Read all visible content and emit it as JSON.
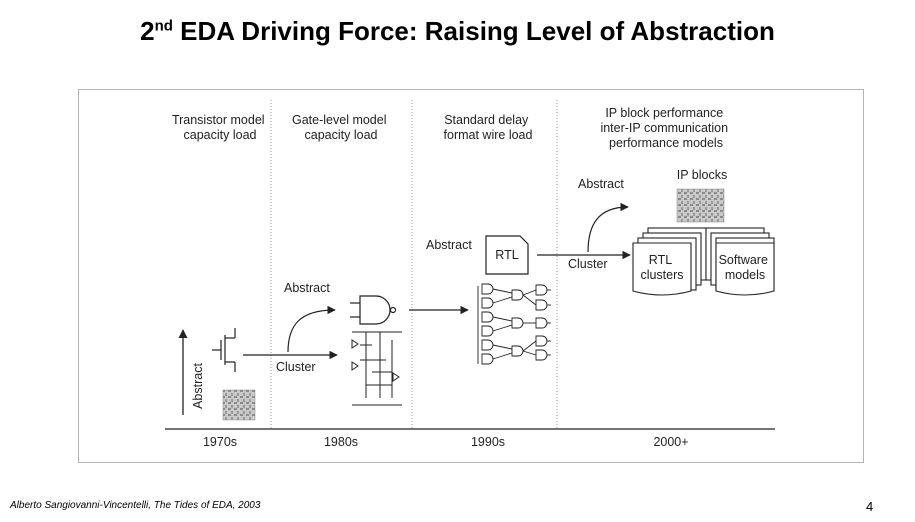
{
  "slide": {
    "title_ordinal": "2",
    "title_superscript": "nd",
    "title_rest": " EDA Driving Force: Raising Level of Abstraction",
    "citation": "Alberto Sangiovanni-Vincentelli, The Tides of EDA, 2003",
    "page_number": "4"
  },
  "diagram": {
    "y_axis_label": "Abstract",
    "columns": [
      {
        "header_lines": [
          "Transistor model",
          "capacity load"
        ],
        "period": "1970s"
      },
      {
        "header_lines": [
          "Gate-level model",
          "capacity load"
        ],
        "period": "1980s"
      },
      {
        "header_lines": [
          "Standard delay",
          "format wire load"
        ],
        "period": "1990s"
      },
      {
        "header_lines": [
          "IP block performance",
          "inter-IP communication",
          "performance models"
        ],
        "period": "2000+"
      }
    ],
    "labels": {
      "abstract_1980s": "Abstract",
      "cluster_1980s": "Cluster",
      "abstract_1990s": "Abstract",
      "rtl": "RTL",
      "abstract_2000s": "Abstract",
      "cluster_2000s": "Cluster",
      "ip_blocks": "IP blocks",
      "rtl_clusters_lines": [
        "RTL",
        "clusters"
      ],
      "software_models_lines": [
        "Software",
        "models"
      ]
    }
  }
}
